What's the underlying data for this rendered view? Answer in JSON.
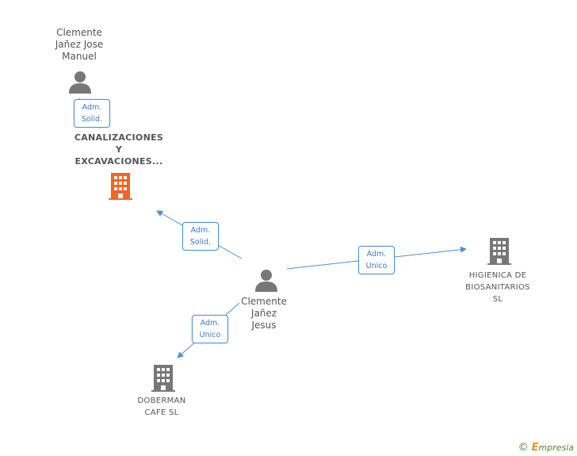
{
  "nodes": {
    "person_top": [
      "Clemente",
      "Jañez Jose",
      "Manuel"
    ],
    "company_canal": [
      "CANALIZACIONES",
      "Y",
      "EXCAVACIONES..."
    ],
    "person_center": [
      "Clemente",
      "Jañez",
      "Jesus"
    ],
    "company_higienica": [
      "HIGIENICA DE",
      "BIOSANITARIOS",
      "SL"
    ],
    "company_doberman": [
      "DOBERMAN",
      "CAFE SL"
    ]
  },
  "edges": {
    "top_to_canal": [
      "Adm.",
      "Solid."
    ],
    "center_to_canal": [
      "Adm.",
      "Solid."
    ],
    "center_to_higienica": [
      "Adm.",
      "Unico"
    ],
    "center_to_doberman": [
      "Adm.",
      "Unico"
    ]
  },
  "colors": {
    "edge": "#4a90d9",
    "person_icon": "#777777",
    "company_icon": "#777777",
    "company_highlight": "#f26522"
  },
  "footer": {
    "copyright": "©",
    "brand_first": "E",
    "brand_rest": "mpresia"
  }
}
